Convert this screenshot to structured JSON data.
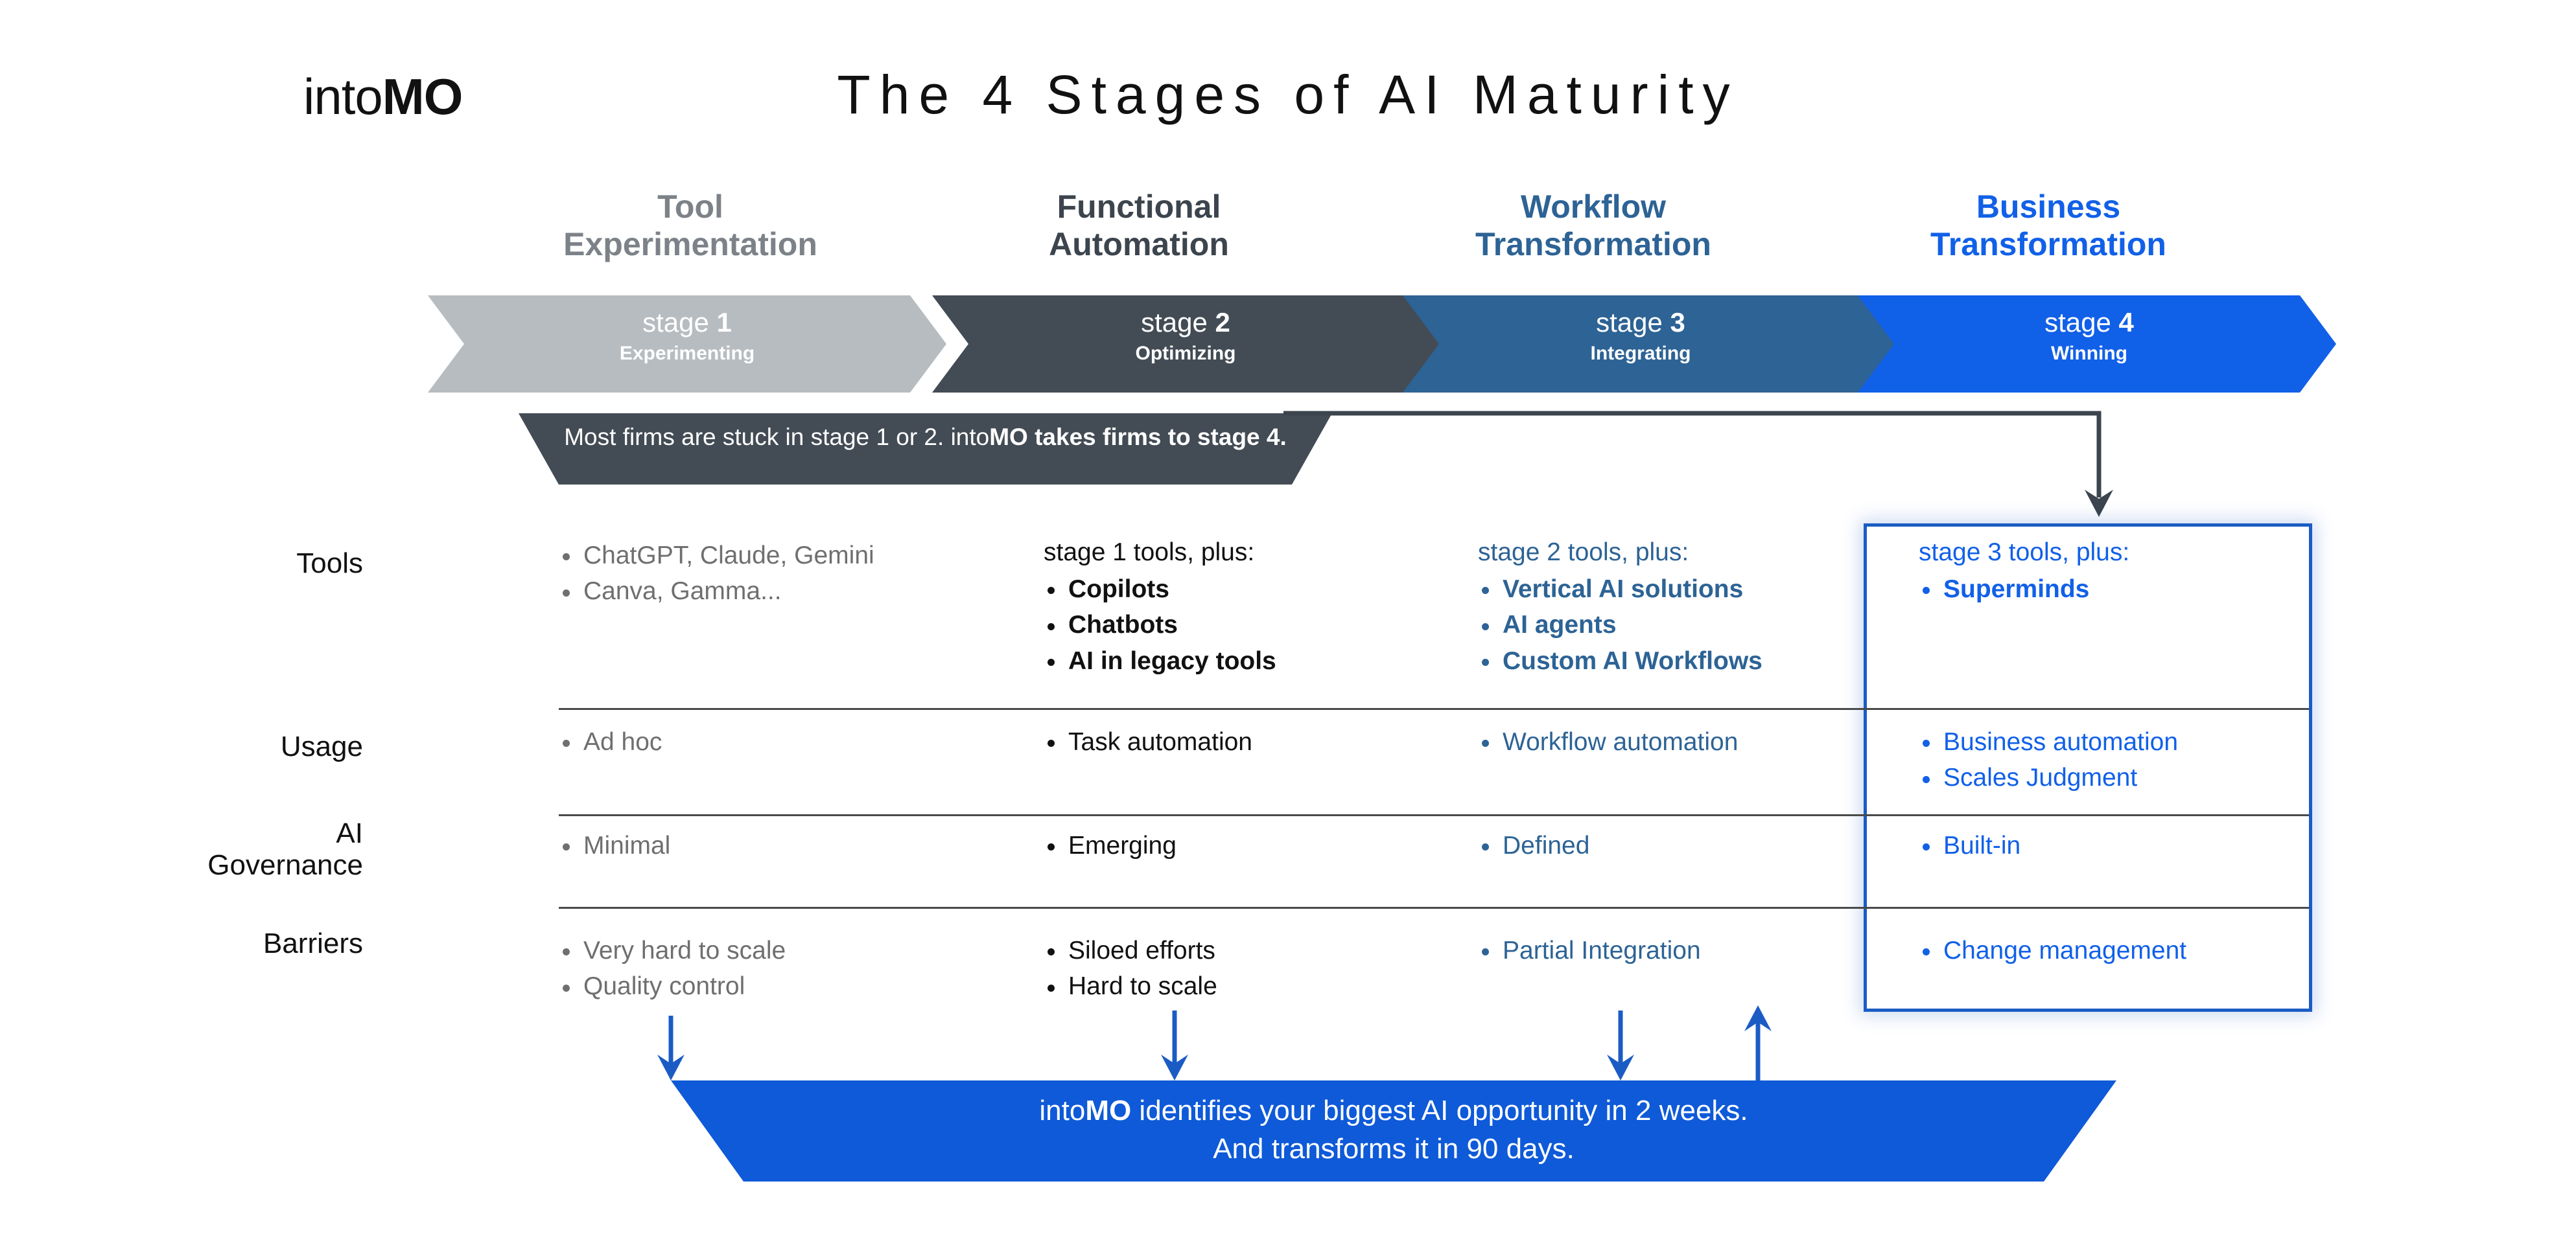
{
  "brand": {
    "logo_light": "into",
    "logo_bold": "MO",
    "colors": {
      "stage1": "#b7bcc0",
      "stage2": "#434c55",
      "stage3": "#2d6395",
      "stage4": "#1160e8",
      "highlight_border": "#1b5cc4",
      "banner": "#0e5ad8",
      "muted_text": "#6f6f6f",
      "dark_text": "#111111"
    }
  },
  "header": {
    "title": "The 4 Stages of AI Maturity"
  },
  "stages": [
    {
      "heading_line1": "Tool",
      "heading_line2": "Experimentation",
      "heading_color": "#7c8288",
      "band_color": "#b7bcc0",
      "stage_word": "stage",
      "stage_number": "1",
      "stage_state": "Experimenting"
    },
    {
      "heading_line1": "Functional",
      "heading_line2": "Automation",
      "heading_color": "#3c444d",
      "band_color": "#434c55",
      "stage_word": "stage",
      "stage_number": "2",
      "stage_state": "Optimizing"
    },
    {
      "heading_line1": "Workflow",
      "heading_line2": "Transformation",
      "heading_color": "#2d6395",
      "band_color": "#2d6395",
      "stage_word": "stage",
      "stage_number": "3",
      "stage_state": "Integrating"
    },
    {
      "heading_line1": "Business",
      "heading_line2": "Transformation",
      "heading_color": "#1160e8",
      "band_color": "#1160e8",
      "stage_word": "stage",
      "stage_number": "4",
      "stage_state": "Winning"
    }
  ],
  "callout": {
    "line1": "Most firms are stuck in stage 1 or 2.",
    "line2_light": "into",
    "line2_bold": "MO takes firms to stage 4."
  },
  "matrix": {
    "row_labels": [
      {
        "line1": "Tools",
        "line2": ""
      },
      {
        "line1": "Usage",
        "line2": ""
      },
      {
        "line1": "AI",
        "line2": "Governance"
      },
      {
        "line1": "Barriers",
        "line2": ""
      }
    ],
    "rows": [
      {
        "name": "Tools",
        "cells": [
          {
            "lead": "",
            "items": [
              "ChatGPT, Claude, Gemini",
              "Canva, Gamma..."
            ]
          },
          {
            "lead": "stage 1 tools, plus:",
            "items": [
              "Copilots",
              "Chatbots",
              "AI in legacy tools"
            ]
          },
          {
            "lead": "stage 2 tools, plus:",
            "items": [
              "Vertical AI solutions",
              "AI agents",
              "Custom AI Workflows"
            ]
          },
          {
            "lead": "stage 3 tools, plus:",
            "items": [
              "Superminds"
            ]
          }
        ]
      },
      {
        "name": "Usage",
        "cells": [
          {
            "lead": "",
            "items": [
              "Ad hoc"
            ]
          },
          {
            "lead": "",
            "items": [
              "Task automation"
            ]
          },
          {
            "lead": "",
            "items": [
              "Workflow automation"
            ]
          },
          {
            "lead": "",
            "items": [
              "Business automation",
              "Scales Judgment"
            ]
          }
        ]
      },
      {
        "name": "AI Governance",
        "cells": [
          {
            "lead": "",
            "items": [
              "Minimal"
            ]
          },
          {
            "lead": "",
            "items": [
              "Emerging"
            ]
          },
          {
            "lead": "",
            "items": [
              "Defined"
            ]
          },
          {
            "lead": "",
            "items": [
              "Built-in"
            ]
          }
        ]
      },
      {
        "name": "Barriers",
        "cells": [
          {
            "lead": "",
            "items": [
              "Very hard to scale",
              "Quality control"
            ]
          },
          {
            "lead": "",
            "items": [
              "Siloed efforts",
              "Hard to scale"
            ]
          },
          {
            "lead": "",
            "items": [
              "Partial Integration"
            ]
          },
          {
            "lead": "",
            "items": [
              "Change management"
            ]
          }
        ]
      }
    ]
  },
  "bottom_banner": {
    "line1_light": "into",
    "line1_bold": "MO",
    "line1_rest": " identifies your biggest AI opportunity in 2 weeks.",
    "line2": "And transforms it in 90 days."
  }
}
